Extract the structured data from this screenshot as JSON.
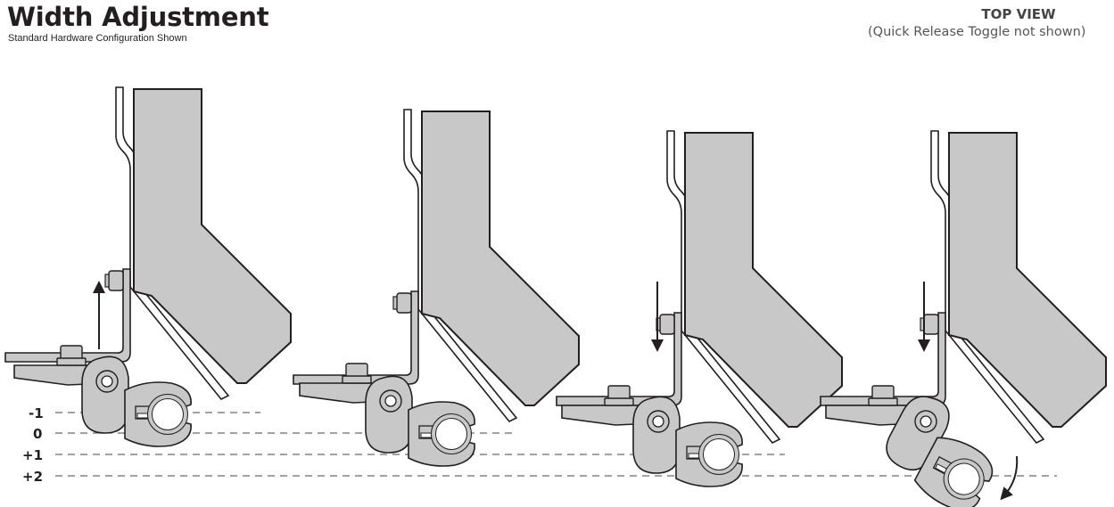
{
  "header": {
    "title": "Width Adjustment",
    "subtitle": "Standard Hardware Configuration Shown",
    "view_title": "TOP VIEW",
    "view_note": "(Quick Release Toggle not shown)"
  },
  "levels": [
    {
      "label": "-1"
    },
    {
      "label": "0"
    },
    {
      "label": "+1"
    },
    {
      "label": "+2"
    }
  ],
  "colors": {
    "part_fill": "#c8c8c8",
    "outline": "#231f20",
    "dash": "#444444"
  }
}
